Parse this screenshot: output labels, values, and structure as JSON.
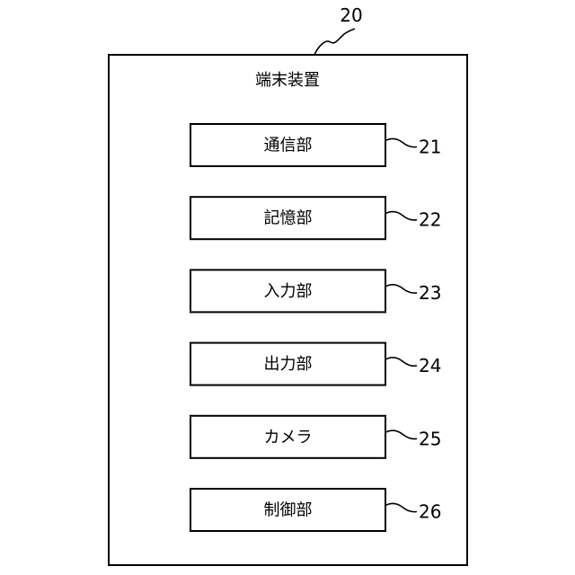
{
  "device": {
    "ref": "20",
    "title": "端末装置"
  },
  "components": [
    {
      "label": "通信部",
      "ref": "21"
    },
    {
      "label": "記憶部",
      "ref": "22"
    },
    {
      "label": "入力部",
      "ref": "23"
    },
    {
      "label": "出力部",
      "ref": "24"
    },
    {
      "label": "カメラ",
      "ref": "25"
    },
    {
      "label": "制御部",
      "ref": "26"
    }
  ]
}
